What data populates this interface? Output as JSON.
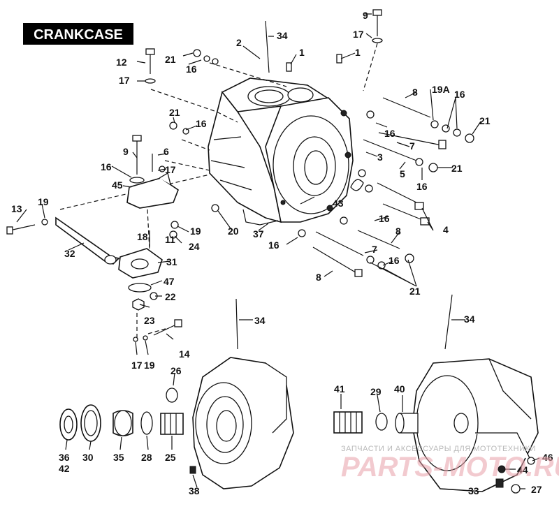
{
  "title": "CRANKCASE",
  "watermark": {
    "line1": "ЗАПЧАСТИ И АКСЕССУАРЫ ДЛЯ МОТОТЕХНИКИ",
    "line2": "PARTS-MOTO.RU"
  },
  "callouts": {
    "c9a": "9",
    "c17a": "17",
    "c34a": "34",
    "c2": "2",
    "c1a": "1",
    "c1b": "1",
    "c12": "12",
    "c21a": "21",
    "c16a": "16",
    "c17b": "17",
    "c8a": "8",
    "c19A": "19A",
    "c16b": "16",
    "c21b": "21",
    "c21c": "21",
    "c16c": "16",
    "c16d": "16",
    "c7a": "7",
    "c3": "3",
    "c5": "5",
    "c16e": "16",
    "c21d": "21",
    "c9b": "9",
    "c6": "6",
    "c17c": "17",
    "c16f": "16",
    "c45": "45",
    "c13": "13",
    "c19a": "19",
    "c43": "43",
    "c16g": "16",
    "c4": "4",
    "c19b": "19",
    "c24": "24",
    "c20": "20",
    "c37": "37",
    "c8b": "8",
    "c18": "18",
    "c11": "11",
    "c32": "32",
    "c31": "31",
    "c16h": "16",
    "c7b": "7",
    "c16i": "16",
    "c8c": "8",
    "c21e": "21",
    "c47": "47",
    "c22": "22",
    "c23": "23",
    "c34b": "34",
    "c34c": "34",
    "c14": "14",
    "c17d": "17",
    "c19c": "19",
    "c26": "26",
    "c41": "41",
    "c29": "29",
    "c40": "40",
    "c36": "36",
    "c42": "42",
    "c30": "30",
    "c35": "35",
    "c28": "28",
    "c25": "25",
    "c38": "38",
    "c46": "46",
    "c44": "44",
    "c33": "33",
    "c27": "27"
  }
}
